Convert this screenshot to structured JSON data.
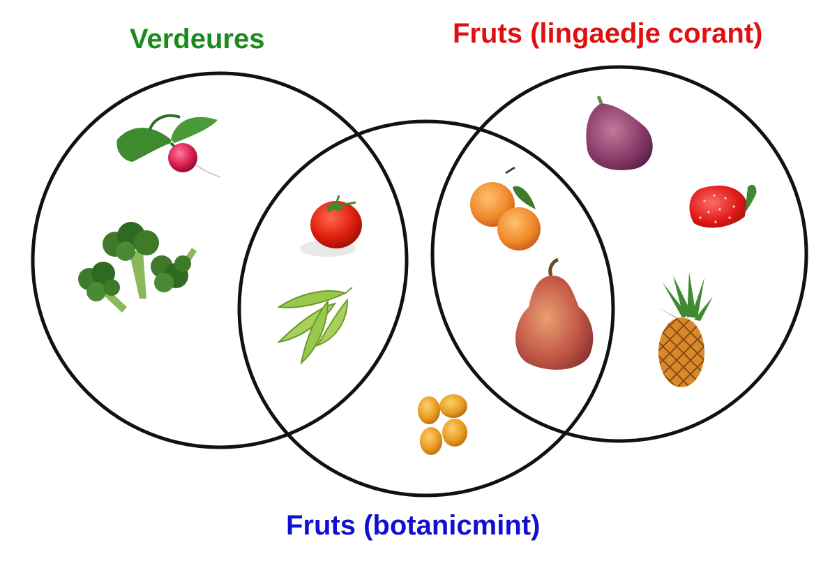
{
  "sets": {
    "vegetables": {
      "label": "Verdeures",
      "color": "#1a8a1a"
    },
    "fruits_culinary": {
      "label": "Fruts (lingaedje corant)",
      "color": "#e01010"
    },
    "fruits_botanical": {
      "label": "Fruts (botanicmint)",
      "color": "#1010d0"
    }
  },
  "items": [
    {
      "name": "radish",
      "icon": "radish-icon",
      "regions": [
        "vegetables"
      ]
    },
    {
      "name": "broccoli",
      "icon": "broccoli-icon",
      "regions": [
        "vegetables"
      ]
    },
    {
      "name": "tomato",
      "icon": "tomato-icon",
      "regions": [
        "vegetables",
        "fruits_botanical"
      ]
    },
    {
      "name": "peas",
      "icon": "pea-pods-icon",
      "regions": [
        "vegetables",
        "fruits_botanical"
      ]
    },
    {
      "name": "nuts",
      "icon": "nuts-icon",
      "regions": [
        "fruits_botanical"
      ]
    },
    {
      "name": "apricots",
      "icon": "apricots-icon",
      "regions": [
        "fruits_botanical",
        "fruits_culinary"
      ]
    },
    {
      "name": "pear",
      "icon": "pear-icon",
      "regions": [
        "fruits_botanical",
        "fruits_culinary"
      ]
    },
    {
      "name": "fig",
      "icon": "fig-icon",
      "regions": [
        "fruits_culinary"
      ]
    },
    {
      "name": "strawberry",
      "icon": "strawberry-icon",
      "regions": [
        "fruits_culinary"
      ]
    },
    {
      "name": "pineapple",
      "icon": "pineapple-icon",
      "regions": [
        "fruits_culinary"
      ]
    }
  ]
}
